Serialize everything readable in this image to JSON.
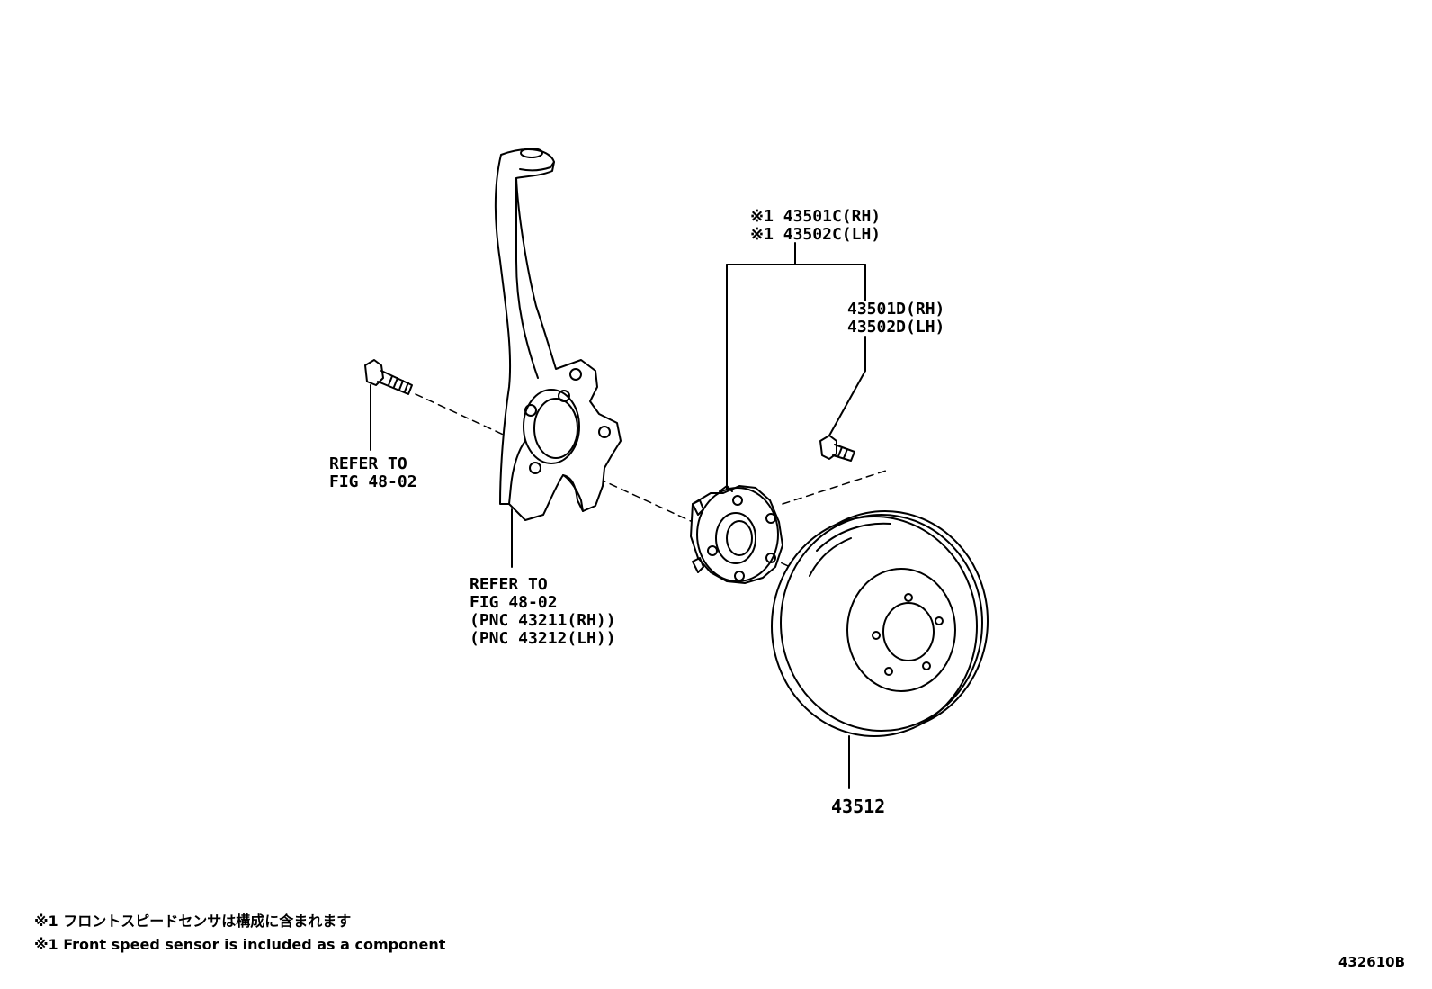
{
  "callouts": {
    "hub_assy_sensor": {
      "line1": "※1 43501C(RH)",
      "line2": "※1 43502C(LH)"
    },
    "hub_bolt": {
      "line1": "43501D(RH)",
      "line2": "43502D(LH)"
    },
    "bolt_ref": {
      "line1": "REFER TO",
      "line2": "FIG 48-02"
    },
    "knuckle_ref": {
      "line1": "REFER TO",
      "line2": "FIG 48-02",
      "line3": "(PNC 43211(RH))",
      "line4": "(PNC 43212(LH))"
    },
    "disc": {
      "label": "43512"
    }
  },
  "notes": {
    "jp": "※1 フロントスピードセンサは構成に含まれます",
    "en": "※1 Front speed sensor is included  as a component"
  },
  "figure_id": "432610B",
  "colors": {
    "ink": "#000000",
    "paper": "#ffffff"
  }
}
